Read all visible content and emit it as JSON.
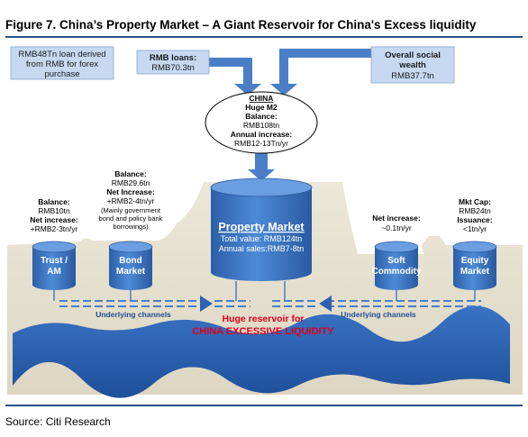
{
  "figure": {
    "title": "Figure 7. China’s Property Market – A Giant Reservoir for China's Excess liquidity",
    "source": "Source: Citi Research"
  },
  "colors": {
    "rule_blue": "#2b4f8c",
    "box_fill": "#c6d9f1",
    "arrow_blue": "#4a7fc7",
    "cylinder_blue": "#3e78c2",
    "reservoir_blue": "#2e62b0",
    "ground": "#e6e0d0",
    "accent_red": "#e0001b"
  },
  "inputs": {
    "forex": [
      "RMB48Tn loan derived",
      "from RMB for forex",
      "purchase"
    ],
    "loans": [
      "RMB loans:",
      "RMB70.3tn"
    ],
    "wealth": [
      "Overall social",
      "wealth",
      "RMB37.7tn"
    ]
  },
  "china_m2": [
    "CHINA",
    "Huge M2",
    "Balance:",
    "RMB108tn",
    "Annual increase:",
    "RMB12-13Tn/yr"
  ],
  "annotations": {
    "trust": [
      "Balance:",
      "RMB10tn",
      "Net increase:",
      "+RMB2-3tn/yr"
    ],
    "bond": [
      "Balance:",
      "RMB29.6tn",
      "Net Increase:",
      "+RMB2-4tn/yr",
      "(Mainly government",
      "bond and policy bank",
      "borrowings)"
    ],
    "commodity": [
      "Net increase:",
      "~0.1tn/yr"
    ],
    "equity": [
      "Mkt Cap:",
      "RMB24tn",
      "Issuance:",
      "<1tn/yr"
    ]
  },
  "cylinders": {
    "trust": [
      "Trust /",
      "AM"
    ],
    "bond": [
      "Bond",
      "Market"
    ],
    "property": {
      "title": "Property Market",
      "lines": [
        "Total value: RMB124tn",
        "Annual sales:RMB7-8tn"
      ]
    },
    "commodity": [
      "Soft",
      "Commodity"
    ],
    "equity": [
      "Equity",
      "Market"
    ]
  },
  "channels": {
    "left": "Underlying channels",
    "right": "Underlying channels"
  },
  "reservoir": {
    "line1": "Huge reservoir for",
    "line2": "CHINA EXCESSIVE LIQUIDITY"
  }
}
